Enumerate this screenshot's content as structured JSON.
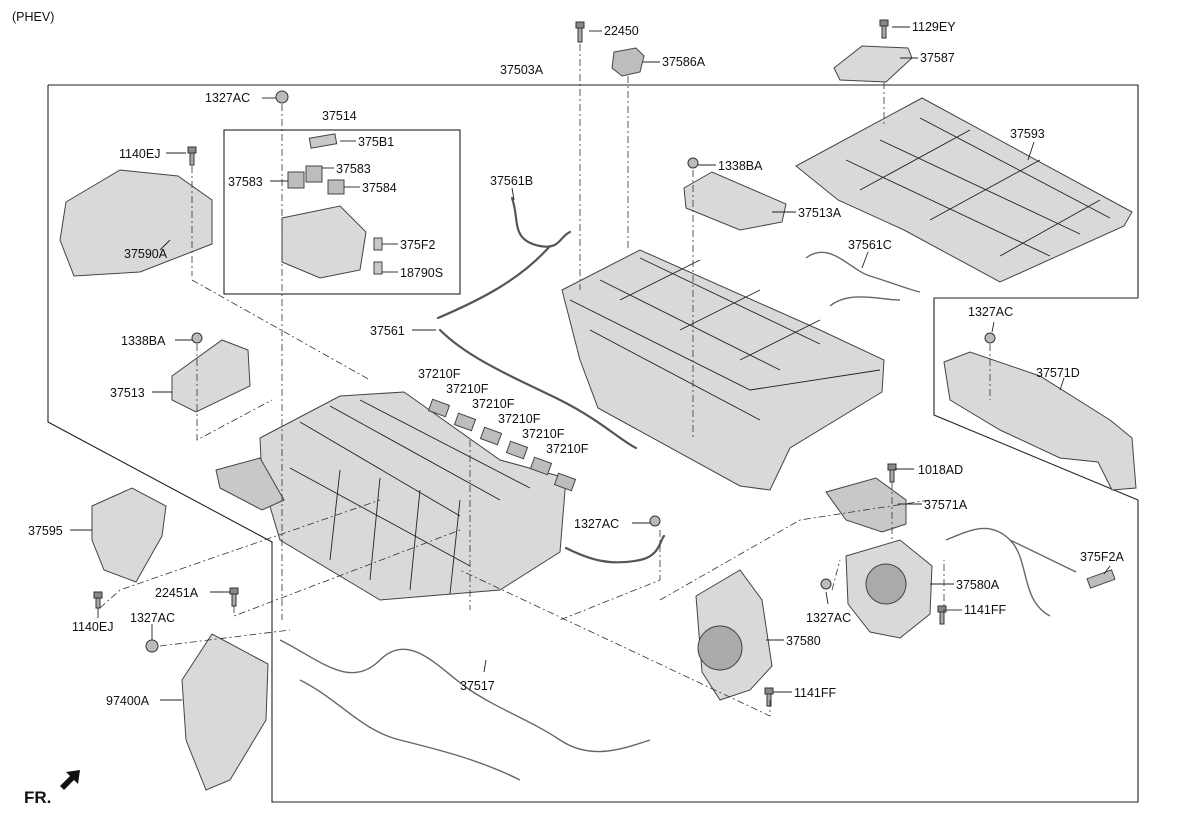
{
  "header": {
    "variant": "(PHEV)"
  },
  "footer": {
    "direction": "FR."
  },
  "callouts": {
    "c37503A": "37503A",
    "c22450": "22450",
    "c37586A": "37586A",
    "c1129EY": "1129EY",
    "c37587": "37587",
    "c1327AC_top": "1327AC",
    "c37514": "37514",
    "c375B1": "375B1",
    "c37583_right": "37583",
    "c37583_left": "37583",
    "c37584": "37584",
    "c375F2": "375F2",
    "c18790S": "18790S",
    "c1140EJ_top": "1140EJ",
    "c37590A": "37590A",
    "c37561B": "37561B",
    "c1338BA_top": "1338BA",
    "c37513A": "37513A",
    "c37593": "37593",
    "c37561C": "37561C",
    "c1327AC_right": "1327AC",
    "c37571D": "37571D",
    "c37561": "37561",
    "c1338BA_left": "1338BA",
    "c37513": "37513",
    "c37210F_1": "37210F",
    "c37210F_2": "37210F",
    "c37210F_3": "37210F",
    "c37210F_4": "37210F",
    "c37210F_5": "37210F",
    "c37210F_6": "37210F",
    "c1018AD": "1018AD",
    "c37571A": "37571A",
    "c1327AC_mid": "1327AC",
    "c375F2A": "375F2A",
    "c37595": "37595",
    "c37580A": "37580A",
    "c22451A": "22451A",
    "c1327AC_lower": "1327AC",
    "c1141FF_right": "1141FF",
    "c1140EJ_bottom": "1140EJ",
    "c1327AC_left": "1327AC",
    "c37580": "37580",
    "c37517": "37517",
    "c97400A": "97400A",
    "c1141FF_bottom": "1141FF"
  },
  "colors": {
    "line": "#222222",
    "part_fill": "#d9d9d9",
    "background": "#ffffff"
  },
  "icons": {
    "direction_arrow": "arrow-down-left-icon"
  }
}
